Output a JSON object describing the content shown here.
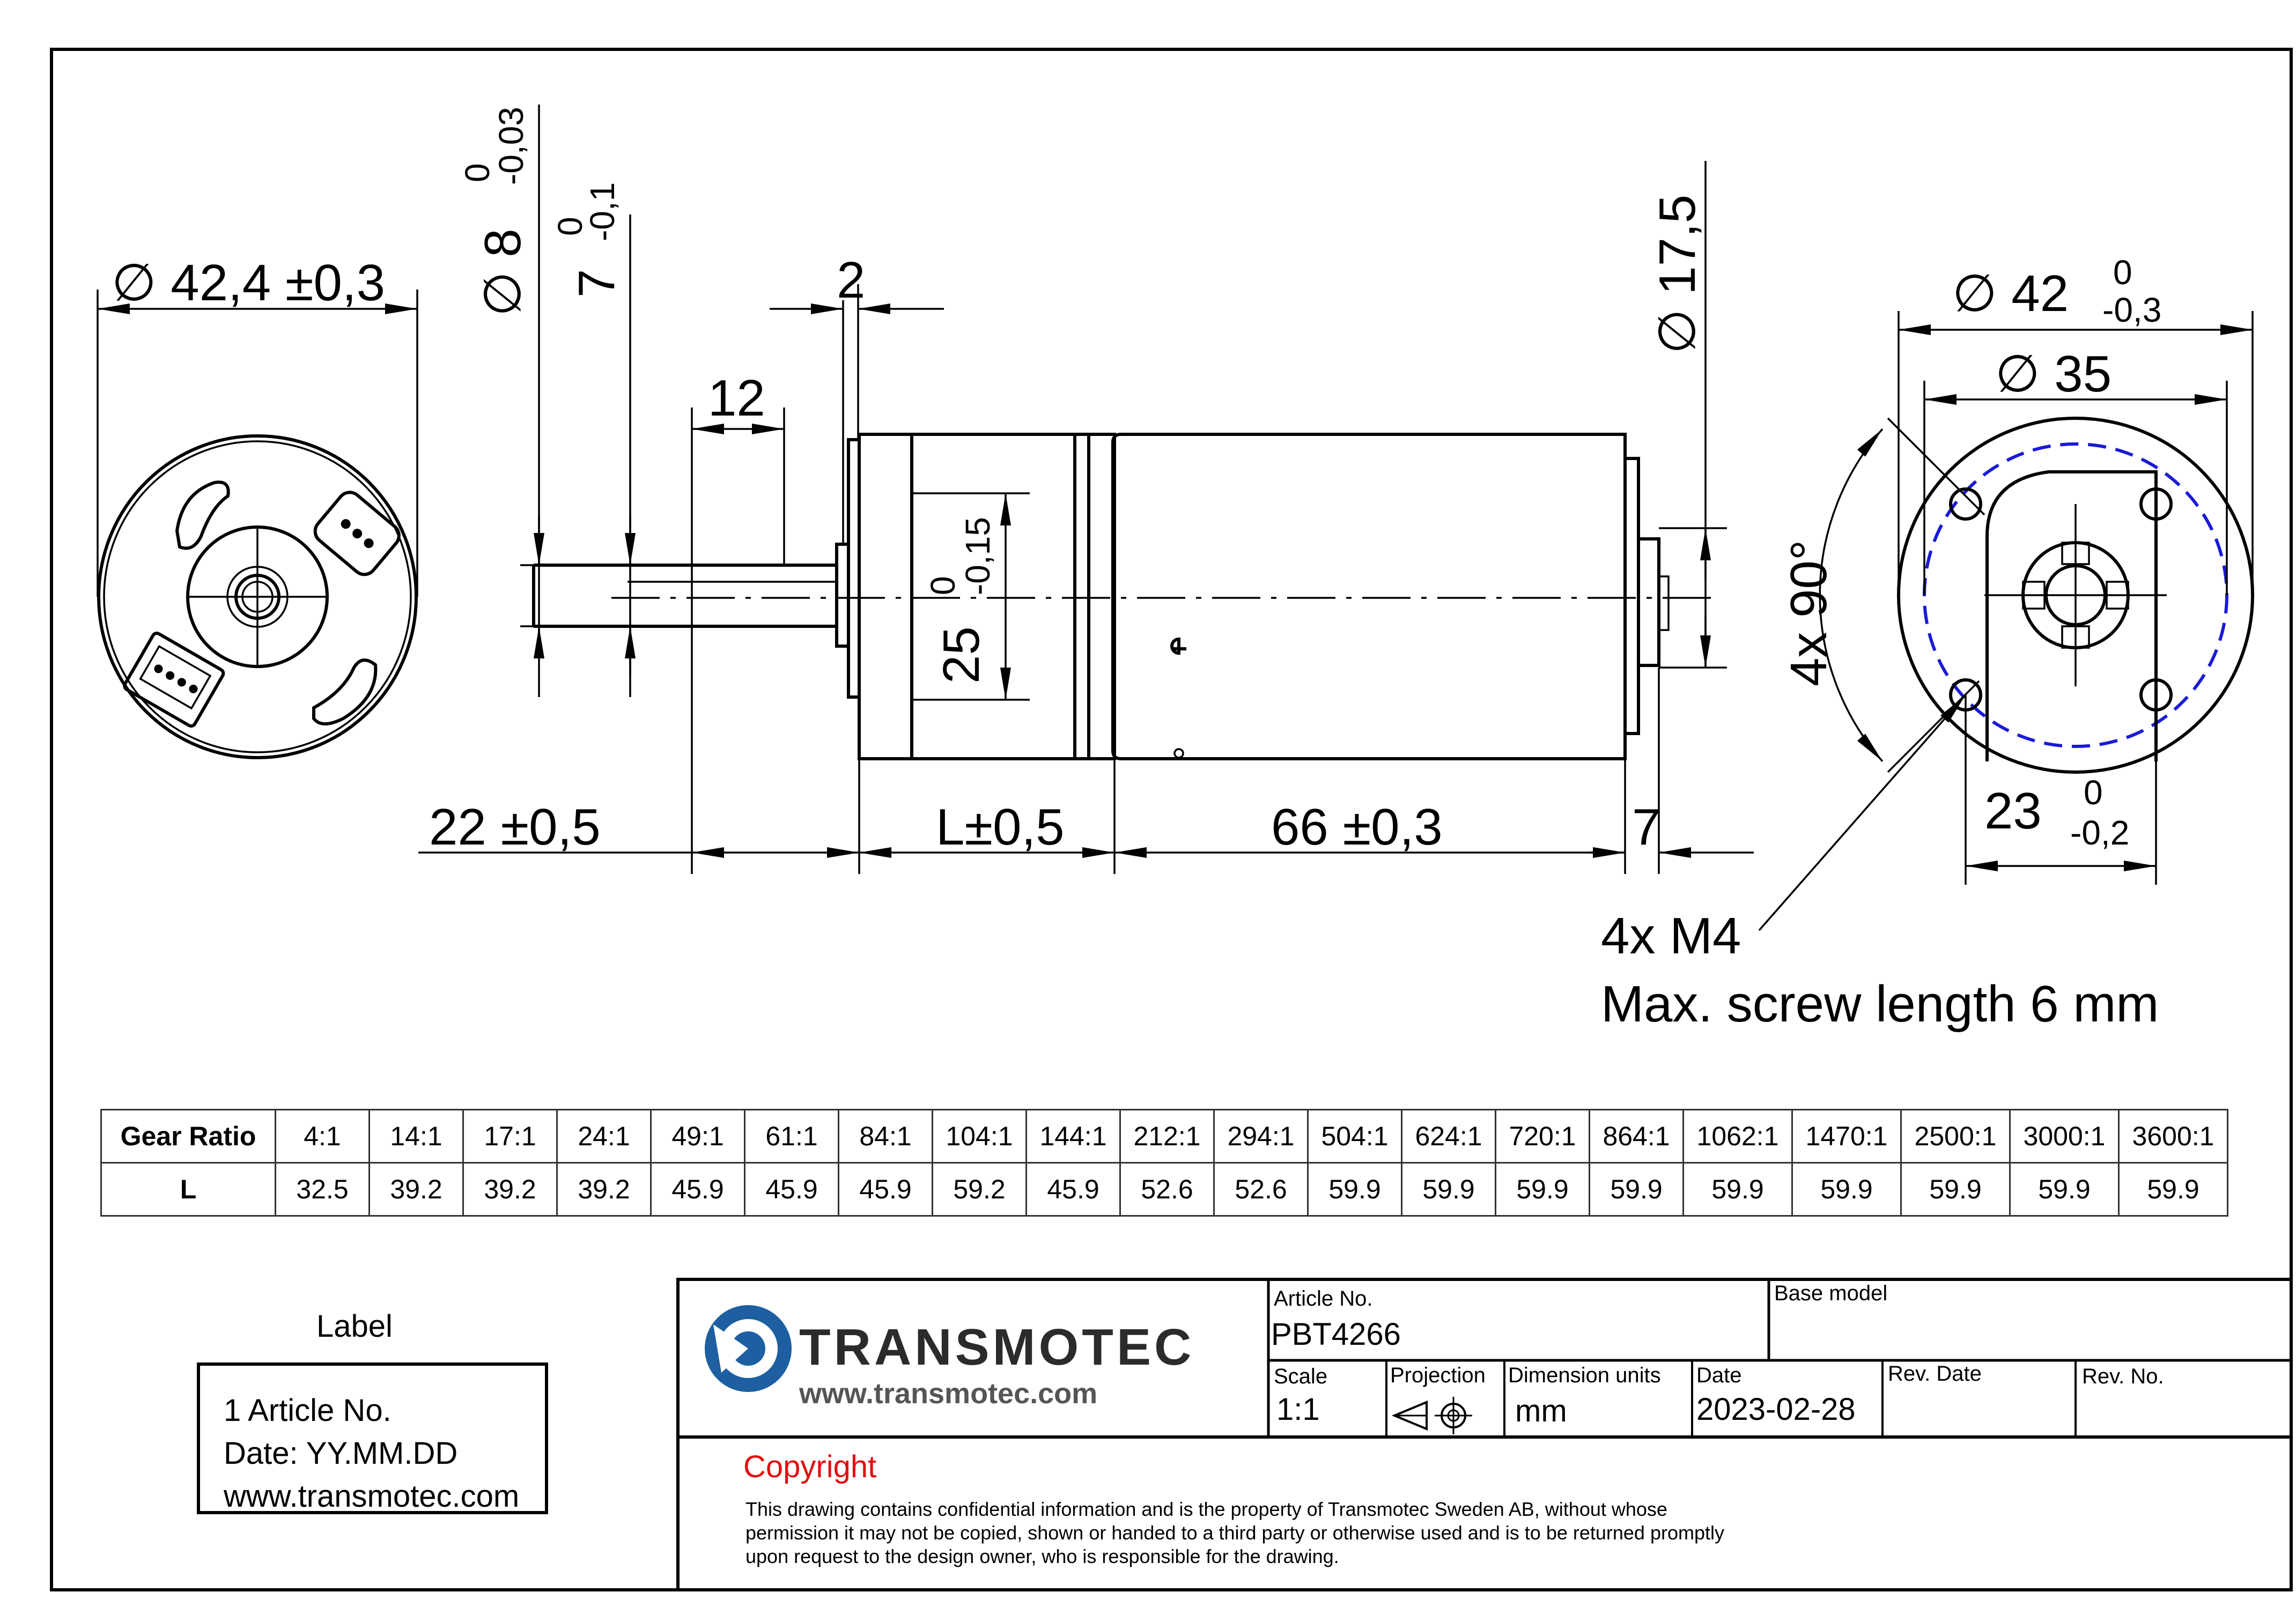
{
  "dimensions": {
    "diameter_housing": "∅ 42,4 ±0,3",
    "shaft_diameter": "∅ 8",
    "shaft_diameter_tol_upper": "0",
    "shaft_diameter_tol_lower": "-0,03",
    "flat_height": "7",
    "flat_tol_upper": "0",
    "flat_tol_lower": "-0,1",
    "flange_thickness": "2",
    "flat_length": "12",
    "diameter_rear": "∅ 17,5",
    "diameter_flange": "∅ 42",
    "diameter_flange_tol_upper": "0",
    "diameter_flange_tol_lower": "-0,3",
    "bolt_circle": "∅ 35",
    "pilot_diameter": "25",
    "pilot_tol_upper": "0",
    "pilot_tol_lower": "-0,15",
    "shaft_length": "22 ±0,5",
    "gearbox_length": "L±0,5",
    "motor_length": "66 ±0,3",
    "rear_length": "7",
    "angle": "4x 90°",
    "square": "23",
    "square_tol_upper": "0",
    "square_tol_lower": "-0,2",
    "screw_note_1": "4x M4",
    "screw_note_2": "Max. screw length 6 mm"
  },
  "gear_table": {
    "row1_header": "Gear Ratio",
    "row2_header": "L",
    "ratios": [
      "4:1",
      "14:1",
      "17:1",
      "24:1",
      "49:1",
      "61:1",
      "84:1",
      "104:1",
      "144:1",
      "212:1",
      "294:1",
      "504:1",
      "624:1",
      "720:1",
      "864:1",
      "1062:1",
      "1470:1",
      "2500:1",
      "3000:1",
      "3600:1"
    ],
    "lengths": [
      "32.5",
      "39.2",
      "39.2",
      "39.2",
      "45.9",
      "45.9",
      "45.9",
      "59.2",
      "45.9",
      "52.6",
      "52.6",
      "59.9",
      "59.9",
      "59.9",
      "59.9",
      "59.9",
      "59.9",
      "59.9",
      "59.9",
      "59.9"
    ]
  },
  "label": {
    "title": "Label",
    "line1": "1 Article No.",
    "line2": "Date: YY.MM.DD",
    "line3": "www.transmotec.com"
  },
  "title_block": {
    "company": "TRANSMOTEC",
    "url": "www.transmotec.com",
    "article_no_label": "Article No.",
    "article_no": "PBT4266",
    "base_model_label": "Base model",
    "base_model": "",
    "scale_label": "Scale",
    "scale": "1:1",
    "projection_label": "Projection",
    "units_label": "Dimension units",
    "units": "mm",
    "date_label": "Date",
    "date": "2023-02-28",
    "rev_date_label": "Rev. Date",
    "rev_no_label": "Rev. No.",
    "copyright_title": "Copyright",
    "copyright_text": "This drawing contains confidential information and is the property of Transmotec Sweden AB, without whose permission it may not be copied, shown or handed to a third party or otherwise used and is to be returned promptly upon request to the design owner, who is responsible for the drawing."
  },
  "colors": {
    "line": "#000000",
    "bolt_circle": "#1a1ad6",
    "copyright": "#e01010",
    "logo_blue": "#1d5fa0"
  }
}
